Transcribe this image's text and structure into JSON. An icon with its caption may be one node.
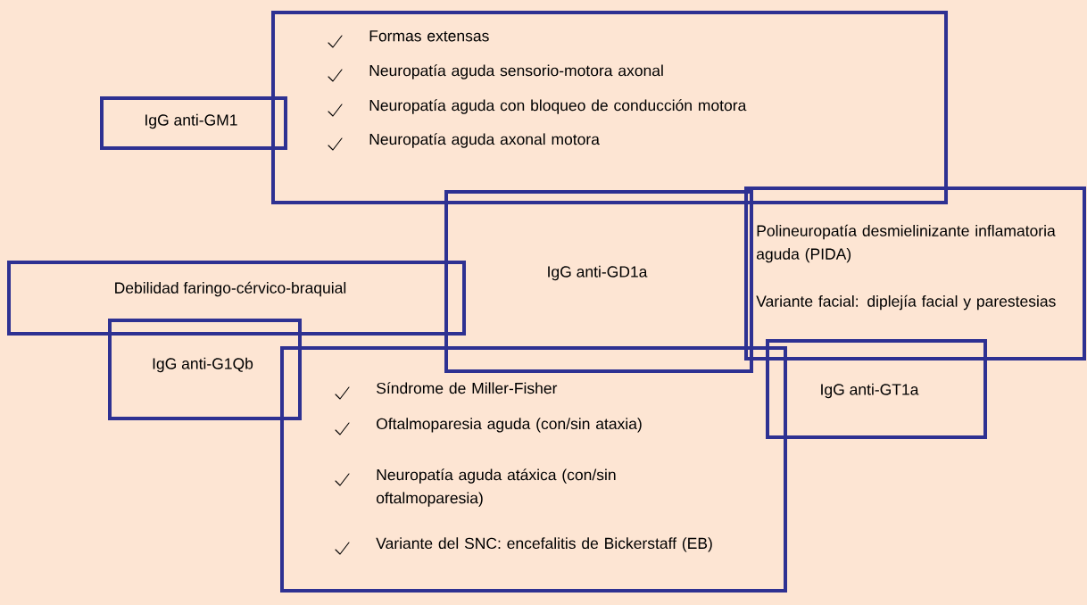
{
  "diagram": {
    "nodes": [
      {
        "text": [
          "IgG anti-GM1"
        ]
      },
      {
        "text": [
          "Formas extensas",
          "Neuropatía aguda sensorio-motora axonal",
          "Neuropatía aguda con bloqueo de conducción motora",
          "Neuropatía aguda axonal motora"
        ]
      },
      {
        "text": [
          "IgG anti-GD1a"
        ]
      },
      {
        "text": [
          "Polineuropatía desmielinizante inflamatoria aguda (PIDA)",
          "Variante facial: diplejía facial y parestesias"
        ]
      },
      {
        "text": [
          "Debilidad faringo-cérvico-braquial"
        ]
      },
      {
        "text": [
          "IgG anti-G1Qb"
        ]
      },
      {
        "text": [
          "Síndrome de Miller-Fisher",
          "Oftalmoparesia aguda (con/sin ataxia)",
          "Neuropatía aguda atáxica (con/sin oftalmoparesia)",
          "Variante del SNC: encefalitis de Bickerstaff (EB)"
        ]
      },
      {
        "text": [
          "IgG anti-GT1a"
        ]
      }
    ]
  }
}
